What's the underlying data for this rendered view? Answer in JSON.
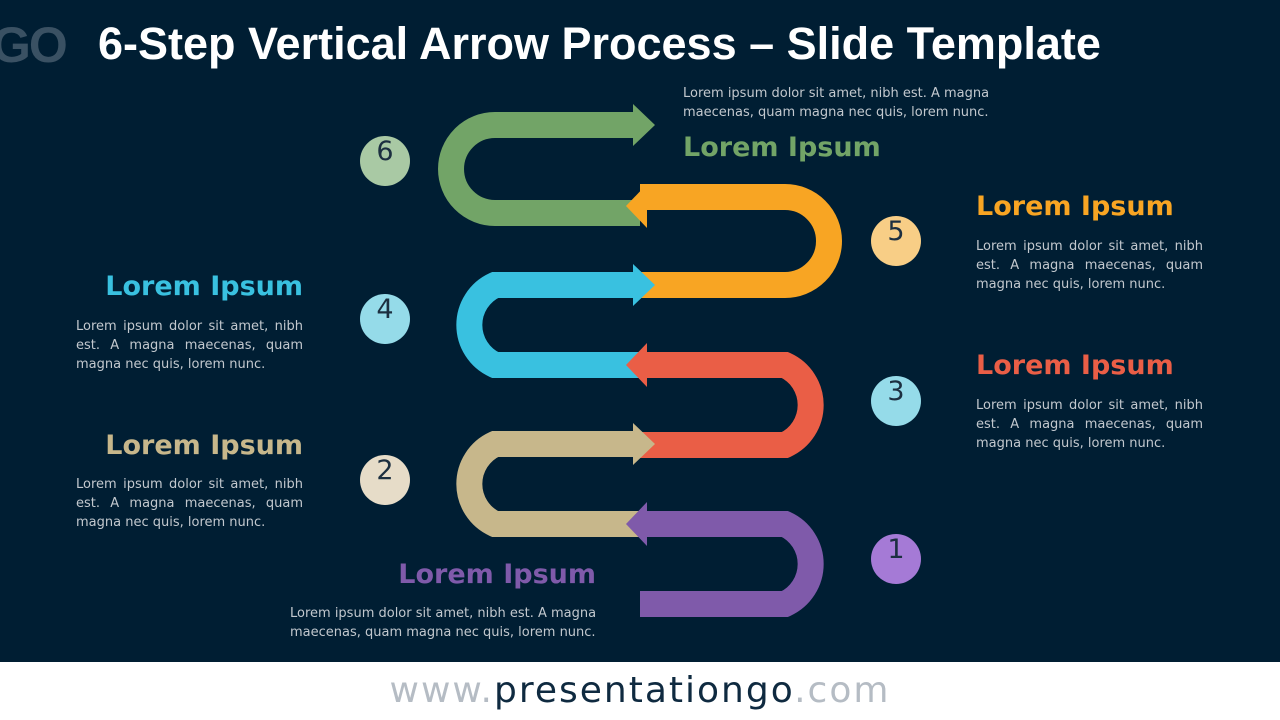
{
  "slide": {
    "title": "6-Step Vertical Arrow Process – Slide Template",
    "logo_text": "GO"
  },
  "steps": [
    {
      "number": "1",
      "heading": "Lorem Ipsum",
      "text": "Lorem ipsum dolor sit amet, nibh est. A magna maecenas, quam magna nec quis, lorem nunc.",
      "color": "#7f5aaa",
      "badge_color": "#a57ad6"
    },
    {
      "number": "2",
      "heading": "Lorem Ipsum",
      "text": "Lorem ipsum dolor sit amet, nibh est. A magna maecenas, quam magna nec quis, lorem nunc.",
      "color": "#c7b78b",
      "badge_color": "#e6dcc8"
    },
    {
      "number": "3",
      "heading": "Lorem Ipsum",
      "text": "Lorem ipsum dolor sit amet, nibh est. A magna maecenas, quam magna nec quis, lorem nunc.",
      "color": "#ea5e46",
      "badge_color": "#95dbe9"
    },
    {
      "number": "4",
      "heading": "Lorem Ipsum",
      "text": "Lorem ipsum dolor sit amet, nibh est. A magna maecenas, quam magna nec quis, lorem nunc.",
      "color": "#39c1e0",
      "badge_color": "#95dbe9"
    },
    {
      "number": "5",
      "heading": "Lorem Ipsum",
      "text": "Lorem ipsum dolor sit amet, nibh est. A magna maecenas, quam magna nec quis, lorem nunc.",
      "color": "#f8a523",
      "badge_color": "#f8ce86"
    },
    {
      "number": "6",
      "heading": "Lorem Ipsum",
      "text": "Lorem ipsum dolor sit amet, nibh est. A magna maecenas, quam magna nec quis, lorem nunc.",
      "color": "#72a467",
      "badge_color": "#a9c9a4"
    }
  ],
  "footer": {
    "prefix": "www.",
    "brand": "presentationgo",
    "suffix": ".com"
  }
}
